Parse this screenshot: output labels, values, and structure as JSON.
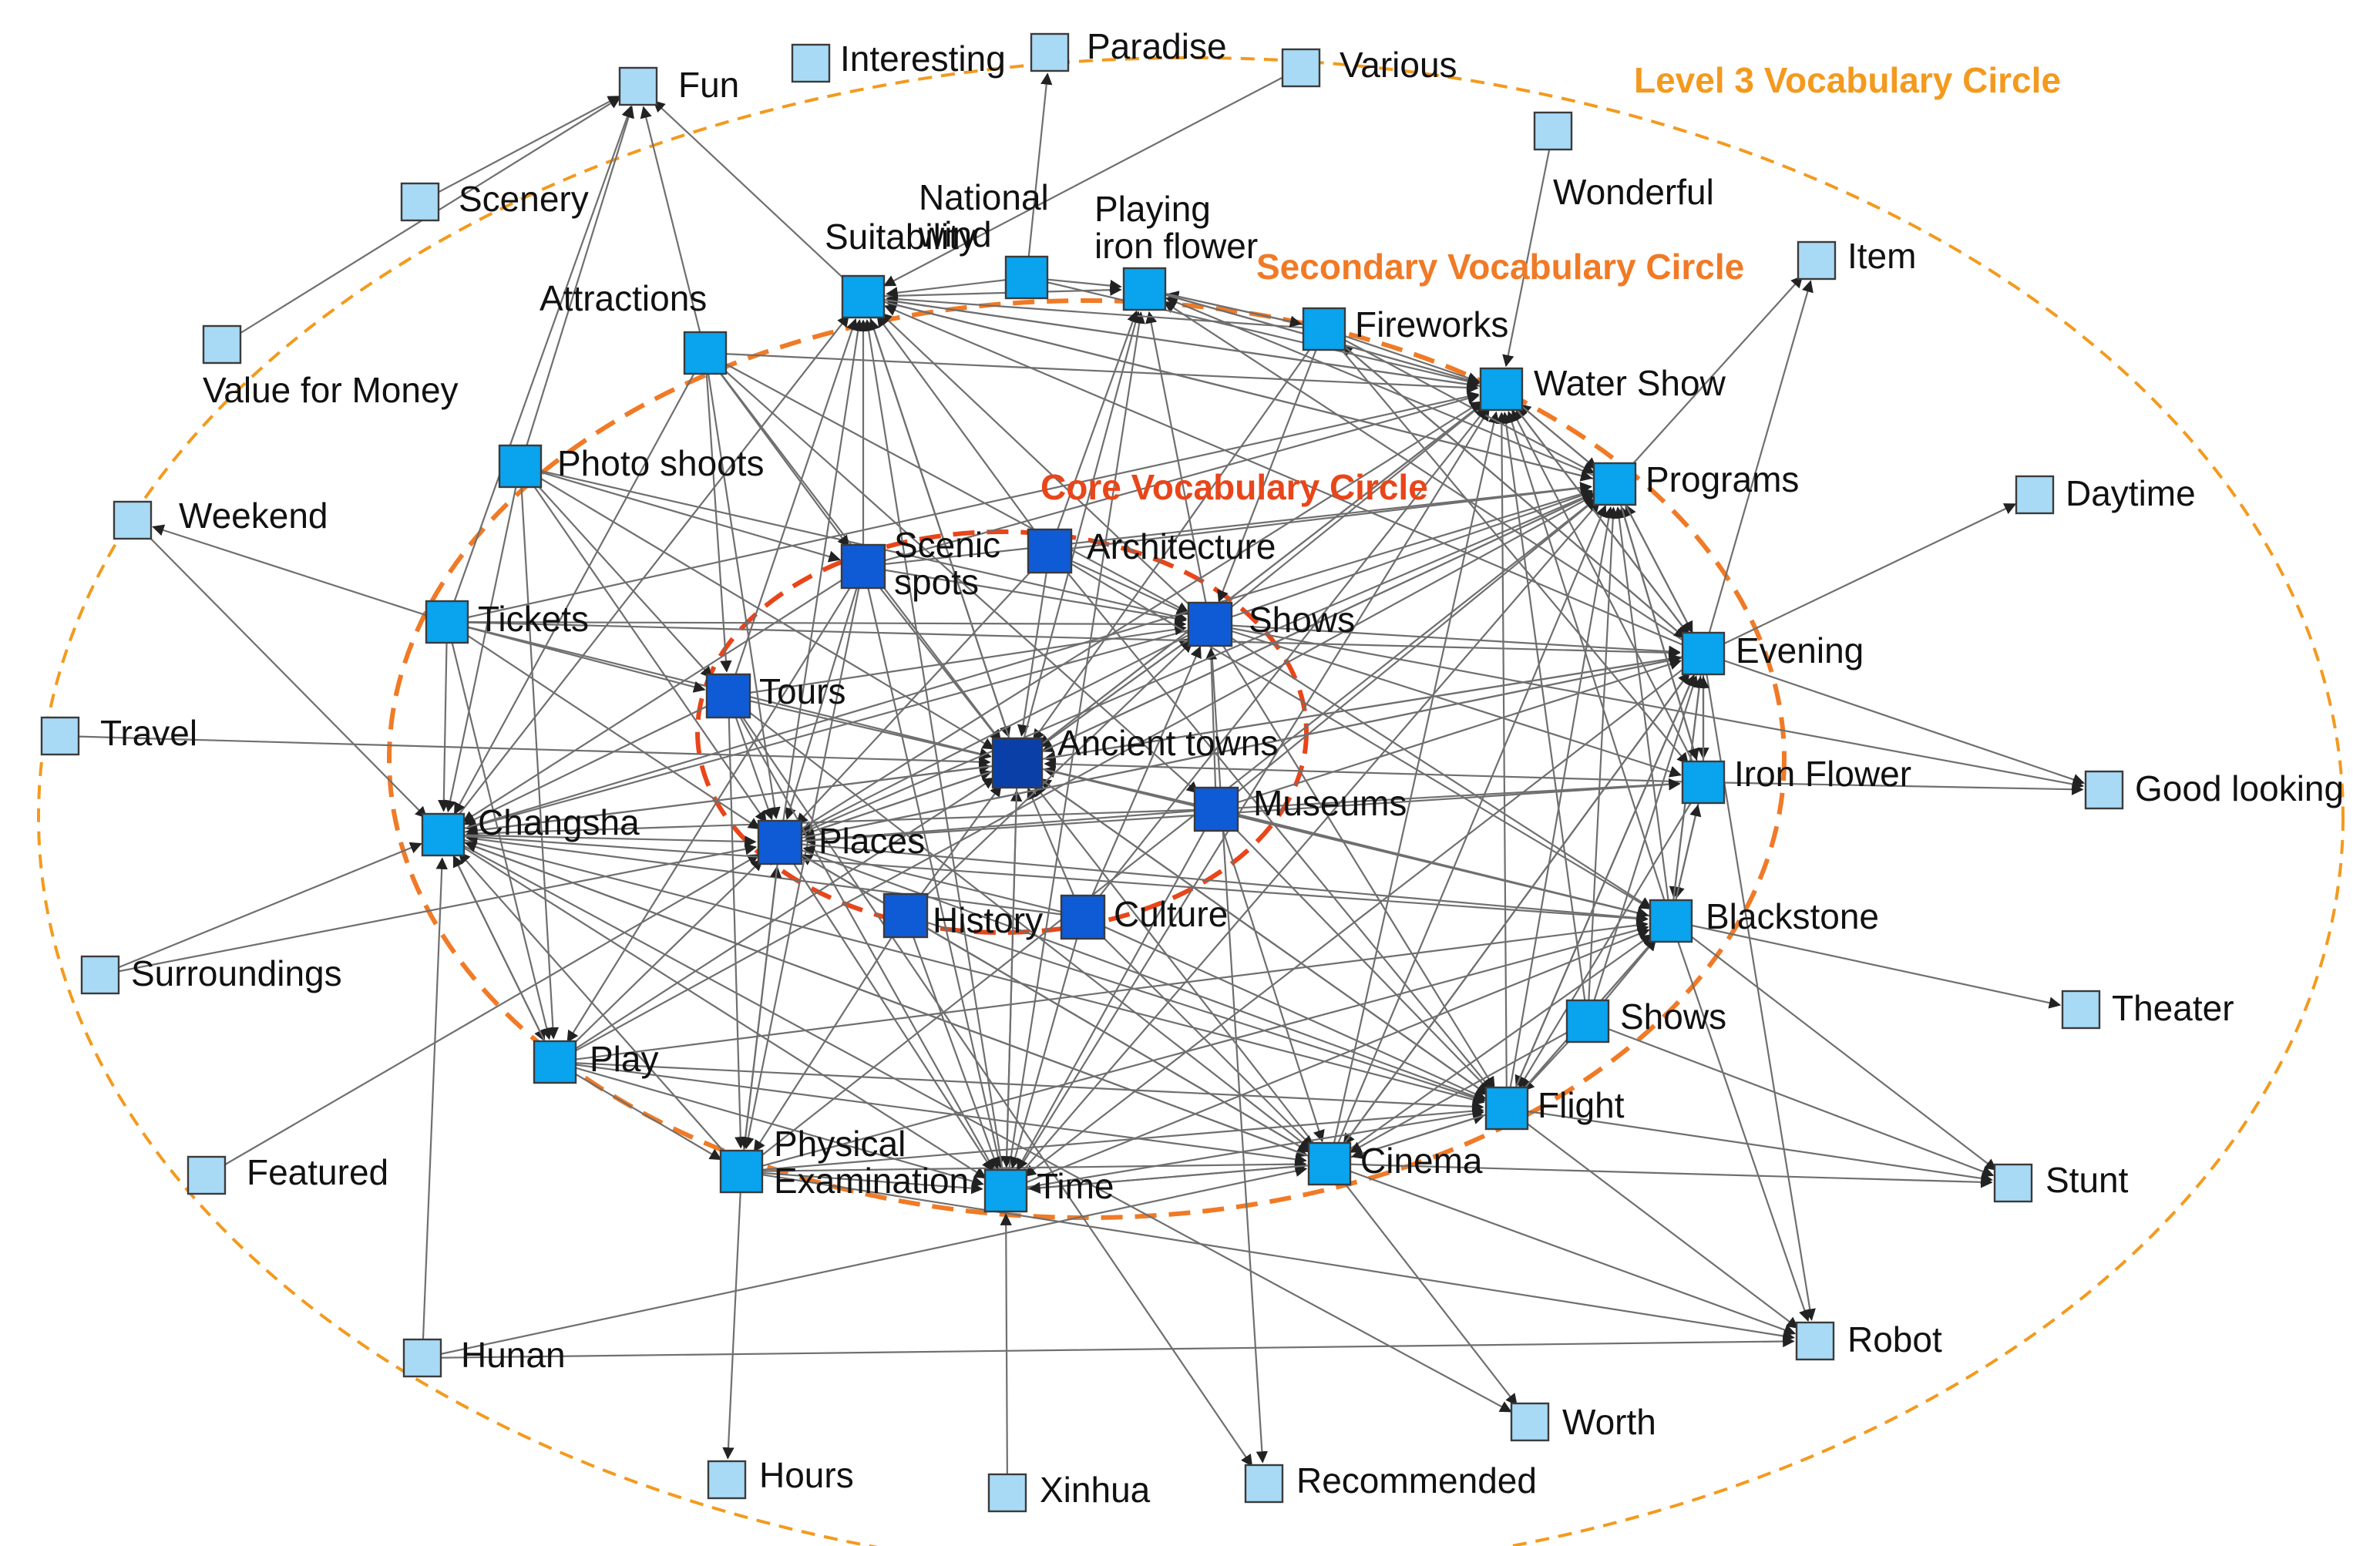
{
  "colors": {
    "tier1": "#0f5bd6",
    "tier1_dark": "#0b3fa8",
    "tier2": "#0aa3ee",
    "tier3": "#a9daf5",
    "ring_core": "#e8461a",
    "ring_secondary": "#f07a26",
    "ring_level3": "#f39a1e",
    "edge": "#6f6f6f"
  },
  "circles": {
    "core": {
      "label": "Core Vocabulary Circle"
    },
    "secondary": {
      "label": "Secondary Vocabulary Circle"
    },
    "level3": {
      "label": "Level 3 Vocabulary Circle"
    }
  },
  "nodes": [
    {
      "id": "ancient",
      "label": "Ancient towns",
      "tier": "core_hub"
    },
    {
      "id": "shows_core",
      "label": "Shows",
      "tier": "core"
    },
    {
      "id": "scenic",
      "label": [
        "Scenic",
        "spots"
      ],
      "tier": "core"
    },
    {
      "id": "architecture",
      "label": "Architecture",
      "tier": "core"
    },
    {
      "id": "tours",
      "label": "Tours",
      "tier": "core"
    },
    {
      "id": "places",
      "label": "Places",
      "tier": "core"
    },
    {
      "id": "museums",
      "label": "Museums",
      "tier": "core"
    },
    {
      "id": "history",
      "label": "History",
      "tier": "core"
    },
    {
      "id": "culture",
      "label": "Culture",
      "tier": "core"
    },
    {
      "id": "suitability",
      "label": "Suitability",
      "tier": "secondary"
    },
    {
      "id": "nationalwind",
      "label": [
        "National",
        "wind"
      ],
      "tier": "secondary"
    },
    {
      "id": "playingiron",
      "label": [
        "Playing",
        "iron flower"
      ],
      "tier": "secondary"
    },
    {
      "id": "fireworks",
      "label": "Fireworks",
      "tier": "secondary"
    },
    {
      "id": "watershow",
      "label": "Water Show",
      "tier": "secondary"
    },
    {
      "id": "programs",
      "label": "Programs",
      "tier": "secondary"
    },
    {
      "id": "evening",
      "label": "Evening",
      "tier": "secondary"
    },
    {
      "id": "ironflower",
      "label": "Iron Flower",
      "tier": "secondary"
    },
    {
      "id": "blackstone",
      "label": "Blackstone",
      "tier": "secondary"
    },
    {
      "id": "shows2",
      "label": "Shows",
      "tier": "secondary"
    },
    {
      "id": "flight",
      "label": "Flight",
      "tier": "secondary"
    },
    {
      "id": "cinema",
      "label": "Cinema",
      "tier": "secondary"
    },
    {
      "id": "time",
      "label": "Time",
      "tier": "secondary"
    },
    {
      "id": "physical",
      "label": [
        "Physical",
        "Examination"
      ],
      "tier": "secondary"
    },
    {
      "id": "play",
      "label": "Play",
      "tier": "secondary"
    },
    {
      "id": "changsha",
      "label": "Changsha",
      "tier": "secondary"
    },
    {
      "id": "tickets",
      "label": "Tickets",
      "tier": "secondary"
    },
    {
      "id": "photoshoots",
      "label": "Photo shoots",
      "tier": "secondary"
    },
    {
      "id": "attractions",
      "label": "Attractions",
      "tier": "secondary"
    },
    {
      "id": "fun",
      "label": "Fun",
      "tier": "level3"
    },
    {
      "id": "interesting",
      "label": "Interesting",
      "tier": "level3"
    },
    {
      "id": "paradise",
      "label": "Paradise",
      "tier": "level3"
    },
    {
      "id": "various",
      "label": "Various",
      "tier": "level3"
    },
    {
      "id": "wonderful",
      "label": "Wonderful",
      "tier": "level3"
    },
    {
      "id": "item",
      "label": "Item",
      "tier": "level3"
    },
    {
      "id": "daytime",
      "label": "Daytime",
      "tier": "level3"
    },
    {
      "id": "goodlooking",
      "label": "Good looking",
      "tier": "level3"
    },
    {
      "id": "theater",
      "label": "Theater",
      "tier": "level3"
    },
    {
      "id": "stunt",
      "label": "Stunt",
      "tier": "level3"
    },
    {
      "id": "robot",
      "label": "Robot",
      "tier": "level3"
    },
    {
      "id": "worth",
      "label": "Worth",
      "tier": "level3"
    },
    {
      "id": "recommended",
      "label": "Recommended",
      "tier": "level3"
    },
    {
      "id": "xinhua",
      "label": "Xinhua",
      "tier": "level3"
    },
    {
      "id": "hours",
      "label": "Hours",
      "tier": "level3"
    },
    {
      "id": "hunan",
      "label": "Hunan",
      "tier": "level3"
    },
    {
      "id": "featured",
      "label": "Featured",
      "tier": "level3"
    },
    {
      "id": "surroundings",
      "label": "Surroundings",
      "tier": "level3"
    },
    {
      "id": "travel",
      "label": "Travel",
      "tier": "level3"
    },
    {
      "id": "weekend",
      "label": "Weekend",
      "tier": "level3"
    },
    {
      "id": "valueformoney",
      "label": "Value for Money",
      "tier": "level3"
    },
    {
      "id": "scenery",
      "label": "Scenery",
      "tier": "level3"
    }
  ],
  "edges": [
    [
      "scenery",
      "fun"
    ],
    [
      "attractions",
      "fun"
    ],
    [
      "suitability",
      "fun"
    ],
    [
      "photoshoots",
      "fun"
    ],
    [
      "tickets",
      "fun"
    ],
    [
      "nationalwind",
      "paradise"
    ],
    [
      "various",
      "suitability"
    ],
    [
      "wonderful",
      "watershow"
    ],
    [
      "evening",
      "item"
    ],
    [
      "programs",
      "item"
    ],
    [
      "evening",
      "daytime"
    ],
    [
      "evening",
      "goodlooking"
    ],
    [
      "ironflower",
      "goodlooking"
    ],
    [
      "shows_core",
      "goodlooking"
    ],
    [
      "blackstone",
      "theater"
    ],
    [
      "blackstone",
      "stunt"
    ],
    [
      "flight",
      "stunt"
    ],
    [
      "cinema",
      "stunt"
    ],
    [
      "shows2",
      "stunt"
    ],
    [
      "blackstone",
      "robot"
    ],
    [
      "flight",
      "robot"
    ],
    [
      "cinema",
      "robot"
    ],
    [
      "evening",
      "robot"
    ],
    [
      "physical",
      "robot"
    ],
    [
      "hunan",
      "robot"
    ],
    [
      "shows_core",
      "recommended"
    ],
    [
      "tours",
      "recommended"
    ],
    [
      "cinema",
      "worth"
    ],
    [
      "changsha",
      "worth"
    ],
    [
      "xinhua",
      "time"
    ],
    [
      "physical",
      "hours"
    ],
    [
      "hunan",
      "changsha"
    ],
    [
      "hunan",
      "cinema"
    ],
    [
      "featured",
      "places"
    ],
    [
      "surroundings",
      "changsha"
    ],
    [
      "surroundings",
      "places"
    ],
    [
      "weekend",
      "changsha"
    ],
    [
      "tickets",
      "weekend"
    ],
    [
      "travel",
      "ancient"
    ],
    [
      "valueformoney",
      "fun"
    ],
    [
      "ancient",
      "shows_core"
    ],
    [
      "scenic",
      "ancient"
    ],
    [
      "architecture",
      "ancient"
    ],
    [
      "tours",
      "ancient"
    ],
    [
      "places",
      "ancient"
    ],
    [
      "museums",
      "ancient"
    ],
    [
      "history",
      "ancient"
    ],
    [
      "culture",
      "ancient"
    ],
    [
      "shows_core",
      "ancient"
    ],
    [
      "changsha",
      "ancient"
    ],
    [
      "tickets",
      "ancient"
    ],
    [
      "photoshoots",
      "ancient"
    ],
    [
      "attractions",
      "ancient"
    ],
    [
      "evening",
      "ancient"
    ],
    [
      "programs",
      "ancient"
    ],
    [
      "watershow",
      "ancient"
    ],
    [
      "ironflower",
      "ancient"
    ],
    [
      "blackstone",
      "ancient"
    ],
    [
      "flight",
      "ancient"
    ],
    [
      "time",
      "ancient"
    ],
    [
      "cinema",
      "ancient"
    ],
    [
      "play",
      "ancient"
    ],
    [
      "suitability",
      "ancient"
    ],
    [
      "fireworks",
      "ancient"
    ],
    [
      "ancient",
      "watershow"
    ],
    [
      "ancient",
      "programs"
    ],
    [
      "ancient",
      "suitability"
    ],
    [
      "ancient",
      "playingiron"
    ],
    [
      "ancient",
      "flight"
    ],
    [
      "ancient",
      "places"
    ],
    [
      "ancient",
      "time"
    ],
    [
      "ancient",
      "changsha"
    ],
    [
      "ancient",
      "blackstone"
    ],
    [
      "ancient",
      "evening"
    ],
    [
      "shows_core",
      "evening"
    ],
    [
      "shows_core",
      "ironflower"
    ],
    [
      "shows_core",
      "blackstone"
    ],
    [
      "shows_core",
      "watershow"
    ],
    [
      "shows_core",
      "programs"
    ],
    [
      "shows_core",
      "flight"
    ],
    [
      "shows_core",
      "places"
    ],
    [
      "shows_core",
      "changsha"
    ],
    [
      "shows_core",
      "suitability"
    ],
    [
      "shows_core",
      "playingiron"
    ],
    [
      "scenic",
      "shows_core"
    ],
    [
      "architecture",
      "shows_core"
    ],
    [
      "tours",
      "shows_core"
    ],
    [
      "museums",
      "shows_core"
    ],
    [
      "history",
      "shows_core"
    ],
    [
      "culture",
      "shows_core"
    ],
    [
      "tickets",
      "shows_core"
    ],
    [
      "photoshoots",
      "shows_core"
    ],
    [
      "attractions",
      "shows_core"
    ],
    [
      "fireworks",
      "shows_core"
    ],
    [
      "scenic",
      "suitability"
    ],
    [
      "scenic",
      "changsha"
    ],
    [
      "scenic",
      "places"
    ],
    [
      "scenic",
      "time"
    ],
    [
      "scenic",
      "physical"
    ],
    [
      "scenic",
      "play"
    ],
    [
      "architecture",
      "suitability"
    ],
    [
      "architecture",
      "places"
    ],
    [
      "architecture",
      "programs"
    ],
    [
      "tours",
      "changsha"
    ],
    [
      "tours",
      "places"
    ],
    [
      "tours",
      "time"
    ],
    [
      "tours",
      "suitability"
    ],
    [
      "museums",
      "blackstone"
    ],
    [
      "museums",
      "flight"
    ],
    [
      "museums",
      "cinema"
    ],
    [
      "museums",
      "ironflower"
    ],
    [
      "museums",
      "changsha"
    ],
    [
      "museums",
      "places"
    ],
    [
      "history",
      "places"
    ],
    [
      "history",
      "flight"
    ],
    [
      "history",
      "cinema"
    ],
    [
      "culture",
      "places"
    ],
    [
      "culture",
      "flight"
    ],
    [
      "culture",
      "changsha"
    ],
    [
      "changsha",
      "places"
    ],
    [
      "changsha",
      "play"
    ],
    [
      "changsha",
      "flight"
    ],
    [
      "changsha",
      "blackstone"
    ],
    [
      "changsha",
      "cinema"
    ],
    [
      "changsha",
      "time"
    ],
    [
      "changsha",
      "suitability"
    ],
    [
      "changsha",
      "programs"
    ],
    [
      "tickets",
      "changsha"
    ],
    [
      "photoshoots",
      "changsha"
    ],
    [
      "attractions",
      "changsha"
    ],
    [
      "play",
      "changsha"
    ],
    [
      "physical",
      "changsha"
    ],
    [
      "cinema",
      "changsha"
    ],
    [
      "photoshoots",
      "places"
    ],
    [
      "attractions",
      "places"
    ],
    [
      "attractions",
      "tours"
    ],
    [
      "attractions",
      "scenic"
    ],
    [
      "attractions",
      "museums"
    ],
    [
      "photoshoots",
      "scenic"
    ],
    [
      "photoshoots",
      "tours"
    ],
    [
      "tickets",
      "tours"
    ],
    [
      "tickets",
      "places"
    ],
    [
      "tickets",
      "evening"
    ],
    [
      "tickets",
      "watershow"
    ],
    [
      "evening",
      "programs"
    ],
    [
      "evening",
      "watershow"
    ],
    [
      "evening",
      "ironflower"
    ],
    [
      "evening",
      "blackstone"
    ],
    [
      "evening",
      "flight"
    ],
    [
      "evening",
      "suitability"
    ],
    [
      "evening",
      "playingiron"
    ],
    [
      "evening",
      "fireworks"
    ],
    [
      "evening",
      "places"
    ],
    [
      "evening",
      "cinema"
    ],
    [
      "evening",
      "time"
    ],
    [
      "ironflower",
      "blackstone"
    ],
    [
      "ironflower",
      "evening"
    ],
    [
      "ironflower",
      "programs"
    ],
    [
      "ironflower",
      "watershow"
    ],
    [
      "ironflower",
      "flight"
    ],
    [
      "blackstone",
      "flight"
    ],
    [
      "blackstone",
      "ironflower"
    ],
    [
      "blackstone",
      "evening"
    ],
    [
      "blackstone",
      "programs"
    ],
    [
      "blackstone",
      "watershow"
    ],
    [
      "shows2",
      "flight"
    ],
    [
      "shows2",
      "blackstone"
    ],
    [
      "shows2",
      "programs"
    ],
    [
      "shows2",
      "evening"
    ],
    [
      "shows2",
      "watershow"
    ],
    [
      "flight",
      "watershow"
    ],
    [
      "flight",
      "programs"
    ],
    [
      "flight",
      "blackstone"
    ],
    [
      "flight",
      "evening"
    ],
    [
      "cinema",
      "flight"
    ],
    [
      "cinema",
      "blackstone"
    ],
    [
      "cinema",
      "watershow"
    ],
    [
      "cinema",
      "programs"
    ],
    [
      "cinema",
      "evening"
    ],
    [
      "time",
      "cinema"
    ],
    [
      "time",
      "flight"
    ],
    [
      "time",
      "blackstone"
    ],
    [
      "time",
      "watershow"
    ],
    [
      "time",
      "programs"
    ],
    [
      "time",
      "suitability"
    ],
    [
      "time",
      "playingiron"
    ],
    [
      "physical",
      "cinema"
    ],
    [
      "physical",
      "flight"
    ],
    [
      "physical",
      "time"
    ],
    [
      "physical",
      "blackstone"
    ],
    [
      "physical",
      "places"
    ],
    [
      "play",
      "cinema"
    ],
    [
      "play",
      "flight"
    ],
    [
      "play",
      "time"
    ],
    [
      "play",
      "physical"
    ],
    [
      "play",
      "places"
    ],
    [
      "play",
      "blackstone"
    ],
    [
      "play",
      "programs"
    ],
    [
      "programs",
      "watershow"
    ],
    [
      "programs",
      "evening"
    ],
    [
      "programs",
      "ironflower"
    ],
    [
      "programs",
      "suitability"
    ],
    [
      "programs",
      "playingiron"
    ],
    [
      "watershow",
      "programs"
    ],
    [
      "watershow",
      "suitability"
    ],
    [
      "watershow",
      "playingiron"
    ],
    [
      "watershow",
      "evening"
    ],
    [
      "fireworks",
      "watershow"
    ],
    [
      "fireworks",
      "programs"
    ],
    [
      "fireworks",
      "evening"
    ],
    [
      "fireworks",
      "ironflower"
    ],
    [
      "fireworks",
      "suitability"
    ],
    [
      "fireworks",
      "playingiron"
    ],
    [
      "playingiron",
      "fireworks"
    ],
    [
      "playingiron",
      "watershow"
    ],
    [
      "suitability",
      "watershow"
    ],
    [
      "suitability",
      "programs"
    ],
    [
      "suitability",
      "playingiron"
    ],
    [
      "nationalwind",
      "suitability"
    ],
    [
      "nationalwind",
      "playingiron"
    ],
    [
      "nationalwind",
      "watershow"
    ],
    [
      "places",
      "flight"
    ],
    [
      "places",
      "cinema"
    ],
    [
      "places",
      "time"
    ],
    [
      "places",
      "blackstone"
    ],
    [
      "places",
      "suitability"
    ],
    [
      "places",
      "watershow"
    ],
    [
      "places",
      "programs"
    ],
    [
      "places",
      "evening"
    ],
    [
      "places",
      "ironflower"
    ],
    [
      "places",
      "physical"
    ],
    [
      "culture",
      "time"
    ],
    [
      "history",
      "time"
    ],
    [
      "museums",
      "time"
    ],
    [
      "museums",
      "evening"
    ],
    [
      "museums",
      "programs"
    ],
    [
      "culture",
      "watershow"
    ],
    [
      "architecture",
      "flight"
    ],
    [
      "architecture",
      "blackstone"
    ],
    [
      "architecture",
      "playingiron"
    ],
    [
      "scenic",
      "watershow"
    ],
    [
      "scenic",
      "programs"
    ],
    [
      "tours",
      "physical"
    ],
    [
      "tours",
      "cinema"
    ],
    [
      "history",
      "physical"
    ],
    [
      "culture",
      "cinema"
    ],
    [
      "shows2",
      "cinema"
    ],
    [
      "flight",
      "cinema"
    ],
    [
      "photoshoots",
      "play"
    ],
    [
      "tickets",
      "play"
    ],
    [
      "attractions",
      "watershow"
    ],
    [
      "physical",
      "programs"
    ],
    [
      "cinema",
      "time"
    ]
  ]
}
